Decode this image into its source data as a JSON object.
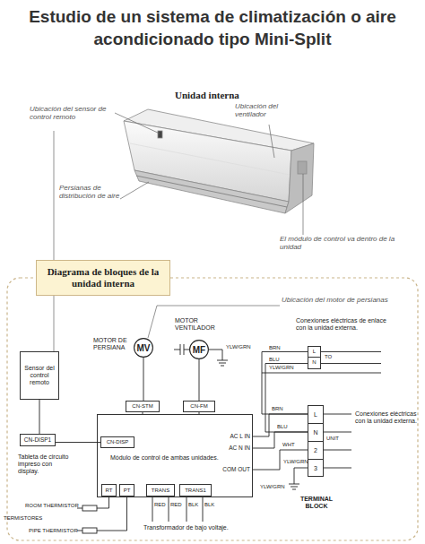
{
  "diagram": {
    "title": "Estudio de un sistema de climatización o aire acondicionado tipo Mini-Split",
    "nodes": [
      {
        "text": [
          "Diagrama de bloques de la unidad interna"
        ]
      },
      {
        "text": [
          "Sensor del control remoto"
        ]
      },
      {
        "text": [
          "CN-DISP1"
        ]
      },
      {
        "text": [
          "MV"
        ]
      },
      {
        "text": [
          "MF"
        ]
      },
      {
        "text": [
          "L",
          "N"
        ]
      },
      {
        "text": [
          "Módulo de control de ambas unidades.",
          "AC L IN",
          "AC N IN",
          "COM OUT"
        ]
      },
      {
        "text": [
          "CN-DISP"
        ],
        "in": 6
      },
      {
        "text": [
          "CN-STM"
        ]
      },
      {
        "text": [
          "CN-FM"
        ]
      },
      {
        "text": [
          "RT"
        ],
        "in": 6
      },
      {
        "text": [
          "PT"
        ],
        "in": 6
      },
      {
        "text": [
          "TRANS"
        ],
        "in": 6
      },
      {
        "text": [
          "TRANS1"
        ],
        "in": 6
      },
      {
        "text": [
          "L",
          "N",
          "2",
          "3",
          "TERMINAL BLOCK"
        ]
      }
    ],
    "edges": [
      {
        "from": 1,
        "to": 2,
        "arrow": "none"
      },
      {
        "from": 2,
        "to": 7,
        "arrow": "none"
      },
      {
        "from": 3,
        "to": 8,
        "arrow": "none"
      },
      {
        "from": 4,
        "to": 9,
        "arrow": "none"
      },
      {
        "from": 6,
        "to": 14,
        "label": "BRN",
        "arrow": "none"
      },
      {
        "from": 6,
        "to": 14,
        "label": "BLU",
        "arrow": "none"
      },
      {
        "from": 6,
        "to": 14,
        "label": "WHT",
        "arrow": "none"
      },
      {
        "from": 5,
        "to": 14,
        "label": "BRN",
        "arrow": "none"
      },
      {
        "from": 5,
        "to": 14,
        "label": "BLU",
        "arrow": "none"
      }
    ],
    "labels": [
      "Unidad interna",
      "Ubicación del sensor de control remoto",
      "Ubicación del ventilador",
      "Persianas de distribución de aire",
      "El módulo de control va dentro de la unidad",
      "Ubicación del motor de persianas",
      "MOTOR DE PERSIANA",
      "MOTOR VENTILADOR",
      "YLW/GRN",
      "Conexiones eléctricas de enlace con la unidad externa.",
      "YLW/GRN",
      "TO",
      "Conexiones eléctricas con la unidad externa.",
      "UNIT",
      "YLW/GRN",
      "YLW/GRN",
      "Tableta de circuito impreso con display.",
      "ROOM THERMISTOR",
      "PIPE THERMISTOR",
      "TERMISTORES",
      "RED",
      "RED",
      "BLK",
      "BLK",
      "Transformador de bajo voltaje."
    ]
  }
}
